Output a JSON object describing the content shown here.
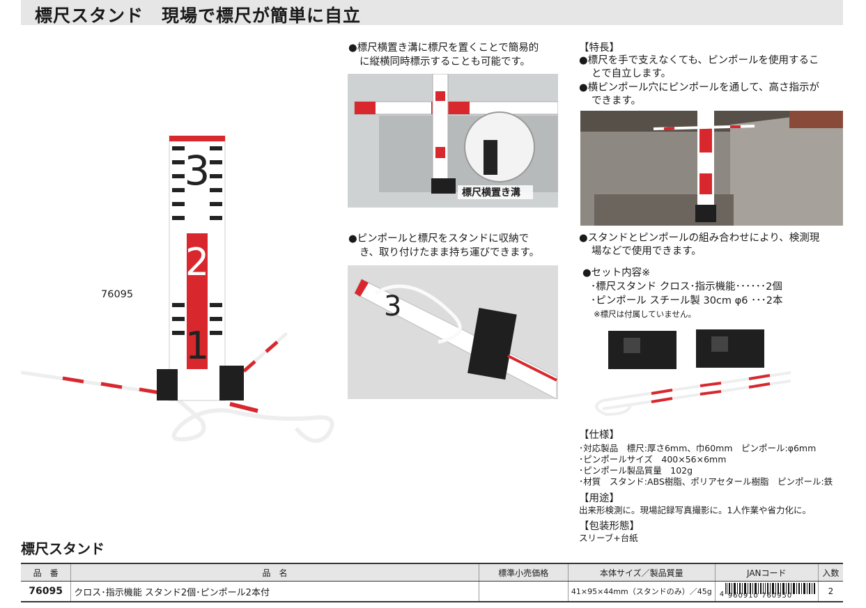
{
  "header": {
    "title": "標尺スタンド　現場で標尺が簡単に自立"
  },
  "main_product": {
    "code_label": "76095"
  },
  "feature_captions": {
    "horizontal_1": "●標尺横置き溝に標尺を置くことで簡易的",
    "horizontal_2": "に縦横同時標示することも可能です。",
    "groove_label": "標尺横置き溝",
    "storage_1": "●ピンポールと標尺をスタンドに収納で",
    "storage_2": "き、取り付けたまま持ち運びできます。"
  },
  "features": {
    "heading": "【特長】",
    "line1": "●標尺を手で支えなくても、ピンポールを使用するこ",
    "line2": "とで自立します。",
    "line3": "●横ピンポール穴にピンポールを通して、高さ指示が",
    "line4": "できます。",
    "combo_1": "●スタンドとピンポールの組み合わせにより、検測現",
    "combo_2": "場などで使用できます。"
  },
  "set": {
    "heading": "●セット内容※",
    "item1": "･標尺スタンド クロス･指示機能･･････2個",
    "item2": "･ピンポール スチール製 30cm φ6 ･･･2本",
    "note": "※標尺は付属していません。"
  },
  "specs": {
    "heading": "【仕様】",
    "line1": "･対応製品　標尺:厚さ6mm、巾60mm　ピンポール:φ6mm",
    "line2": "･ピンポールサイズ　400×56×6mm",
    "line3": "･ピンポール製品質量　102g",
    "line4": "･材質　スタンド:ABS樹脂、ポリアセタール樹脂　ピンポール:鉄"
  },
  "usage": {
    "heading": "【用途】",
    "text": "出来形検測に。現場記録写真撮影に。1人作業や省力化に。"
  },
  "packaging": {
    "heading": "【包装形態】",
    "text": "スリーブ+台紙"
  },
  "table": {
    "title": "標尺スタンド",
    "headers": [
      "品　番",
      "品　名",
      "標準小売価格",
      "本体サイズ／製品質量",
      "JANコード",
      "入数"
    ],
    "row": {
      "code": "76095",
      "name": "クロス･指示機能 スタンド2個･ピンポール2本付",
      "price": "",
      "size": "41×95×44mm（スタンドのみ）／45g",
      "jan_prefix": "4",
      "jan_digits": "960910 760950",
      "qty": "2"
    }
  },
  "colors": {
    "accent_red": "#d8282e",
    "header_bg": "#e6e6e6"
  }
}
